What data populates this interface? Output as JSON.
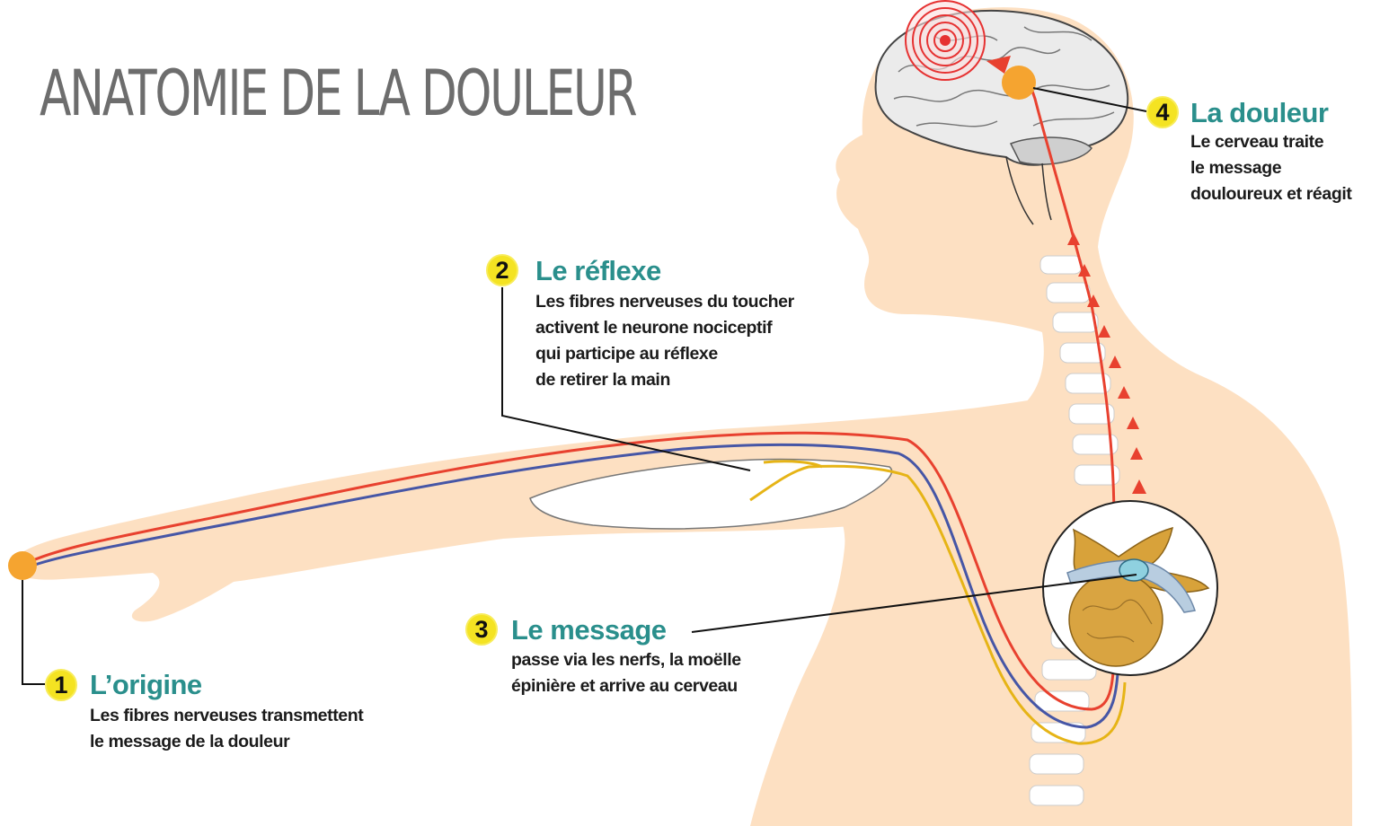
{
  "title": "ANATOMIE DE LA DOULEUR",
  "callouts": [
    {
      "number": "1",
      "heading": "L’origine",
      "text": [
        "Les fibres nerveuses transmettent",
        "le message de la douleur"
      ]
    },
    {
      "number": "2",
      "heading": "Le réflexe",
      "text": [
        "Les fibres nerveuses du toucher",
        "activent le neurone nociceptif",
        "qui participe au réflexe",
        "de retirer la main"
      ]
    },
    {
      "number": "3",
      "heading": "Le message",
      "text": [
        "passe via les nerfs, la moëlle",
        "épinière et arrive au cerveau"
      ]
    },
    {
      "number": "4",
      "heading": "La douleur",
      "text": [
        "Le cerveau traite",
        "le message",
        "douloureux et réagit"
      ]
    }
  ],
  "colors": {
    "skin": "#fde0c2",
    "red_nerve": "#e8412f",
    "blue_nerve": "#4656a6",
    "yellow_nerve": "#e6b416",
    "pain_point": "#f5a430",
    "heading": "#2a8f8c",
    "badge": "#f4e322",
    "title": "#6d6d6d"
  }
}
